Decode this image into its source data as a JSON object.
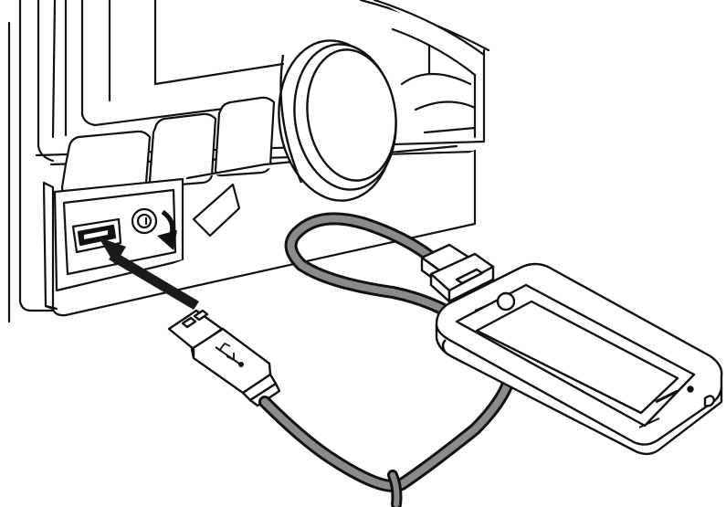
{
  "illustration": {
    "subject": "car-stereo-usb-connection",
    "colors": {
      "line": "#111111",
      "panel_fill": "#ffffff",
      "cable_fill": "#8a8a8a",
      "cable_edge": "#333333",
      "screen_fill": "#ffffff",
      "arrow_fill": "#1a1a1a"
    },
    "parts": [
      "head-unit-faceplate",
      "volume-knob",
      "usb-port",
      "insert-arrow",
      "usb-plug",
      "cable",
      "dock-connector",
      "smartphone"
    ]
  }
}
